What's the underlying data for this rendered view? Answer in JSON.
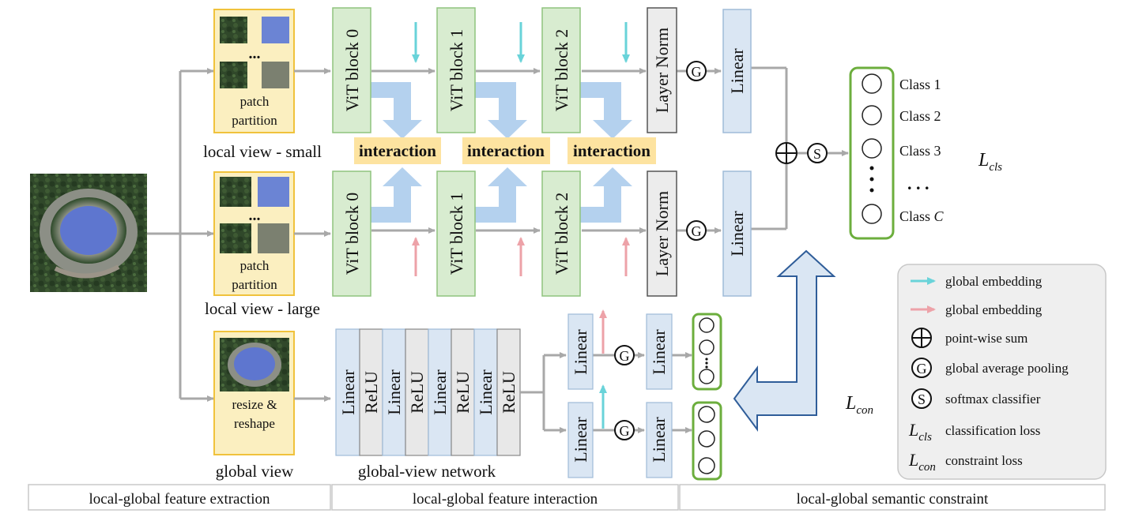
{
  "local_small": {
    "patch_label_1": "patch",
    "patch_label_2": "partition",
    "caption": "local view - small",
    "blocks": [
      "ViT block 0",
      "ViT block 1",
      "ViT block 2"
    ],
    "norm": "Layer Norm",
    "linear": "Linear"
  },
  "local_large": {
    "patch_label_1": "patch",
    "patch_label_2": "partition",
    "caption": "local view - large",
    "blocks": [
      "ViT block 0",
      "ViT block 1",
      "ViT block 2"
    ],
    "norm": "Layer Norm",
    "linear": "Linear"
  },
  "interaction_label": "interaction",
  "ellipsis": "...",
  "global": {
    "resize_1": "resize &",
    "resize_2": "reshape",
    "caption": "global view",
    "network_layers": [
      "Linear",
      "ReLU",
      "Linear",
      "ReLU",
      "Linear",
      "ReLU",
      "Linear",
      "ReLU"
    ],
    "network_caption": "global-view network",
    "branch_linear": "Linear",
    "branch_linear_2": "Linear"
  },
  "symbols": {
    "gap": "G",
    "softmax": "S",
    "sum": "+"
  },
  "classes": [
    "Class 1",
    "Class 2",
    "Class 3",
    ". . .",
    "Class C"
  ],
  "loss_cls": "L_cls",
  "loss_con": "L_con",
  "legend": {
    "cyan_embedding": "global embedding",
    "pink_embedding": "global embedding",
    "sum": "point-wise sum",
    "gap": "global average pooling",
    "softmax": "softmax classifier",
    "cls": "classification loss",
    "con": "constraint loss"
  },
  "sections": [
    "local-global feature extraction",
    "local-global feature interaction",
    "local-global semantic constraint"
  ],
  "colors": {
    "patch_box": "#fbefc0",
    "patch_border": "#f0c23c",
    "vit_fill": "#d8ecd0",
    "vit_border": "#8fc47e",
    "norm_fill": "#ececec",
    "linear_fill": "#dae6f3",
    "relu_fill": "#e8e8e8",
    "interaction_fill": "#fde3a0",
    "flow_arrow": "#b4d1ee",
    "cyan": "#69d3d9",
    "pink": "#eda2a8",
    "green_border": "#6cae3d",
    "legend_bg": "#efefef"
  }
}
